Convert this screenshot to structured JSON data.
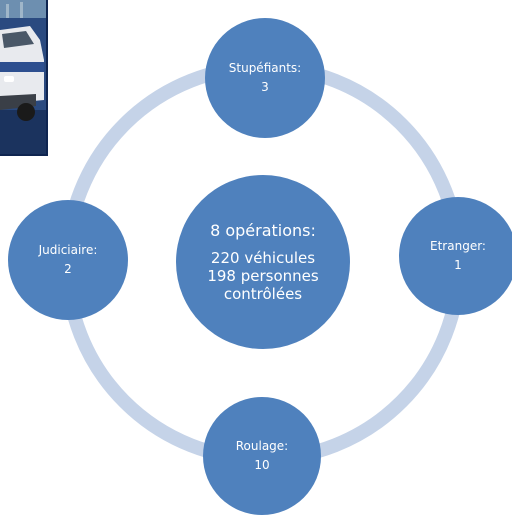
{
  "colors": {
    "node_fill": "#4f81bd",
    "ring": "#c5d3e8",
    "text": "#ffffff"
  },
  "photo": {
    "icon": "police-car-photo"
  },
  "center": {
    "title": "8 opérations:",
    "line1": "220 véhicules",
    "line2": "198 personnes",
    "line3": "contrôlées"
  },
  "nodes": {
    "top": {
      "label": "Stupéfiants:",
      "value": "3"
    },
    "left": {
      "label": "Judiciaire:",
      "value": "2"
    },
    "right": {
      "label": "Etranger:",
      "value": "1"
    },
    "bottom": {
      "label": "Roulage:",
      "value": "10"
    }
  }
}
